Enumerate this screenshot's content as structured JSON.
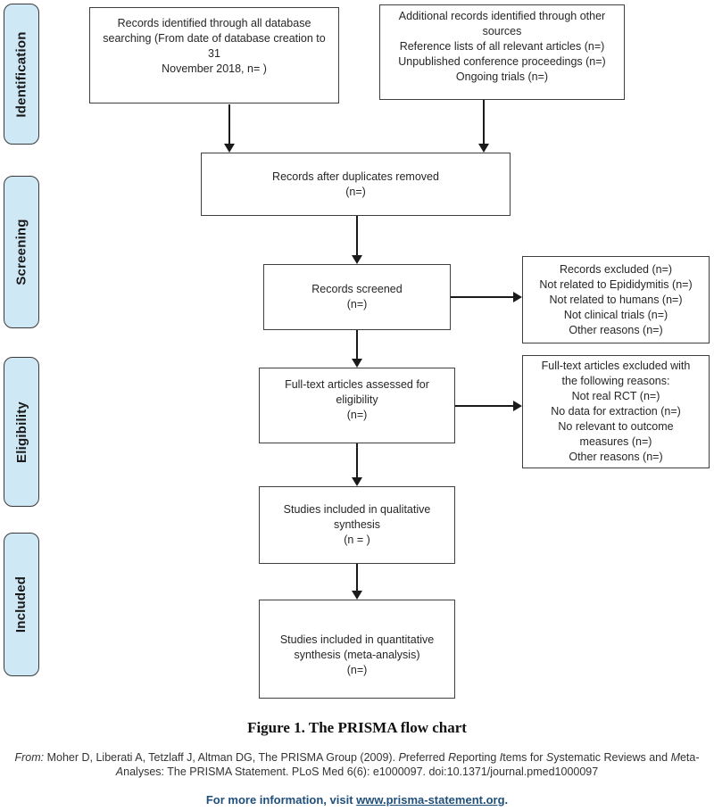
{
  "sidebar": {
    "stages": [
      {
        "label": "Identification"
      },
      {
        "label": "Screening"
      },
      {
        "label": "Eligibility"
      },
      {
        "label": "Included"
      }
    ]
  },
  "boxes": {
    "identified": {
      "lines": [
        "Records identified through all database",
        "searching (From date of database creation to 31",
        "November 2018, n= )"
      ]
    },
    "additional": {
      "lines": [
        "Additional records identified through other",
        "sources",
        "Reference lists of all relevant articles (n=)",
        "Unpublished conference proceedings (n=)",
        "Ongoing trials (n=)"
      ]
    },
    "duplicates": {
      "lines": [
        "Records after duplicates removed",
        "(n=)"
      ]
    },
    "screened": {
      "lines": [
        "Records screened",
        "(n=)"
      ]
    },
    "excluded_records": {
      "lines": [
        "Records excluded (n=)",
        "Not related to Epididymitis (n=)",
        "Not related to humans (n=)",
        "Not clinical trials (n=)",
        "Other reasons (n=)"
      ]
    },
    "fulltext": {
      "lines": [
        "Full-text articles assessed for",
        "eligibility",
        "(n=)"
      ]
    },
    "excluded_fulltext": {
      "lines": [
        "Full-text articles excluded with",
        "the following reasons:",
        "Not real RCT (n=)",
        "No data for extraction (n=)",
        "No relevant to outcome",
        "measures (n=)",
        "Other reasons (n=)"
      ]
    },
    "qualitative": {
      "lines": [
        "Studies included in qualitative",
        "synthesis",
        "(n = )"
      ]
    },
    "quantitative": {
      "lines": [
        "Studies included in quantitative",
        "synthesis (meta-analysis)",
        "(n=)"
      ]
    }
  },
  "caption": "Figure 1. The PRISMA flow chart",
  "citation": {
    "line1": "*From:*  Moher D, Liberati A, Tetzlaff J, Altman DG, The PRISMA Group (2009). *P*referred *R*eporting *I*tems for *S*ystematic Reviews and *M*eta-",
    "line2": "*A*nalyses: The PRISMA Statement. PLoS Med 6(6): e1000097. doi:10.1371/journal.pmed1000097"
  },
  "footer": {
    "prefix": "For more information, visit ",
    "link": "www.prisma-statement.org",
    "suffix": "."
  },
  "colors": {
    "stage_fill": "#cfe8f6",
    "box_border": "#3f3f3f",
    "arrow": "#1a1a1a",
    "footer_blue": "#1f4e79"
  }
}
